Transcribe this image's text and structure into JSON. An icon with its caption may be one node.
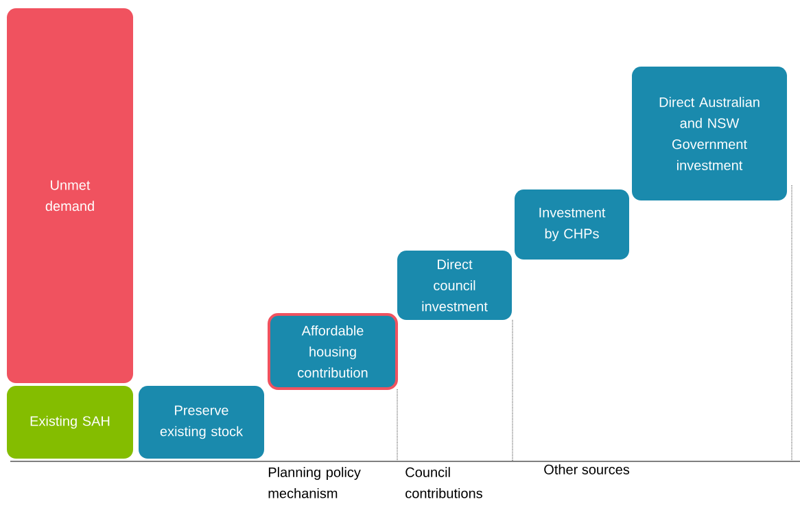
{
  "diagram": {
    "nodes": [
      {
        "text": [
          "Unmet demand"
        ]
      },
      {
        "text": [
          "Existing SAH"
        ]
      },
      {
        "text": [
          "Preserve existing stock"
        ]
      },
      {
        "text": [
          "Affordable housing contribution"
        ]
      },
      {
        "text": [
          "Direct council investment"
        ]
      },
      {
        "text": [
          "Investment by CHPs"
        ]
      },
      {
        "text": [
          "Direct Australian and NSW Government investment"
        ]
      }
    ],
    "labels": [
      "Planning policy mechanism",
      "Council contributions",
      "Other sources"
    ]
  }
}
